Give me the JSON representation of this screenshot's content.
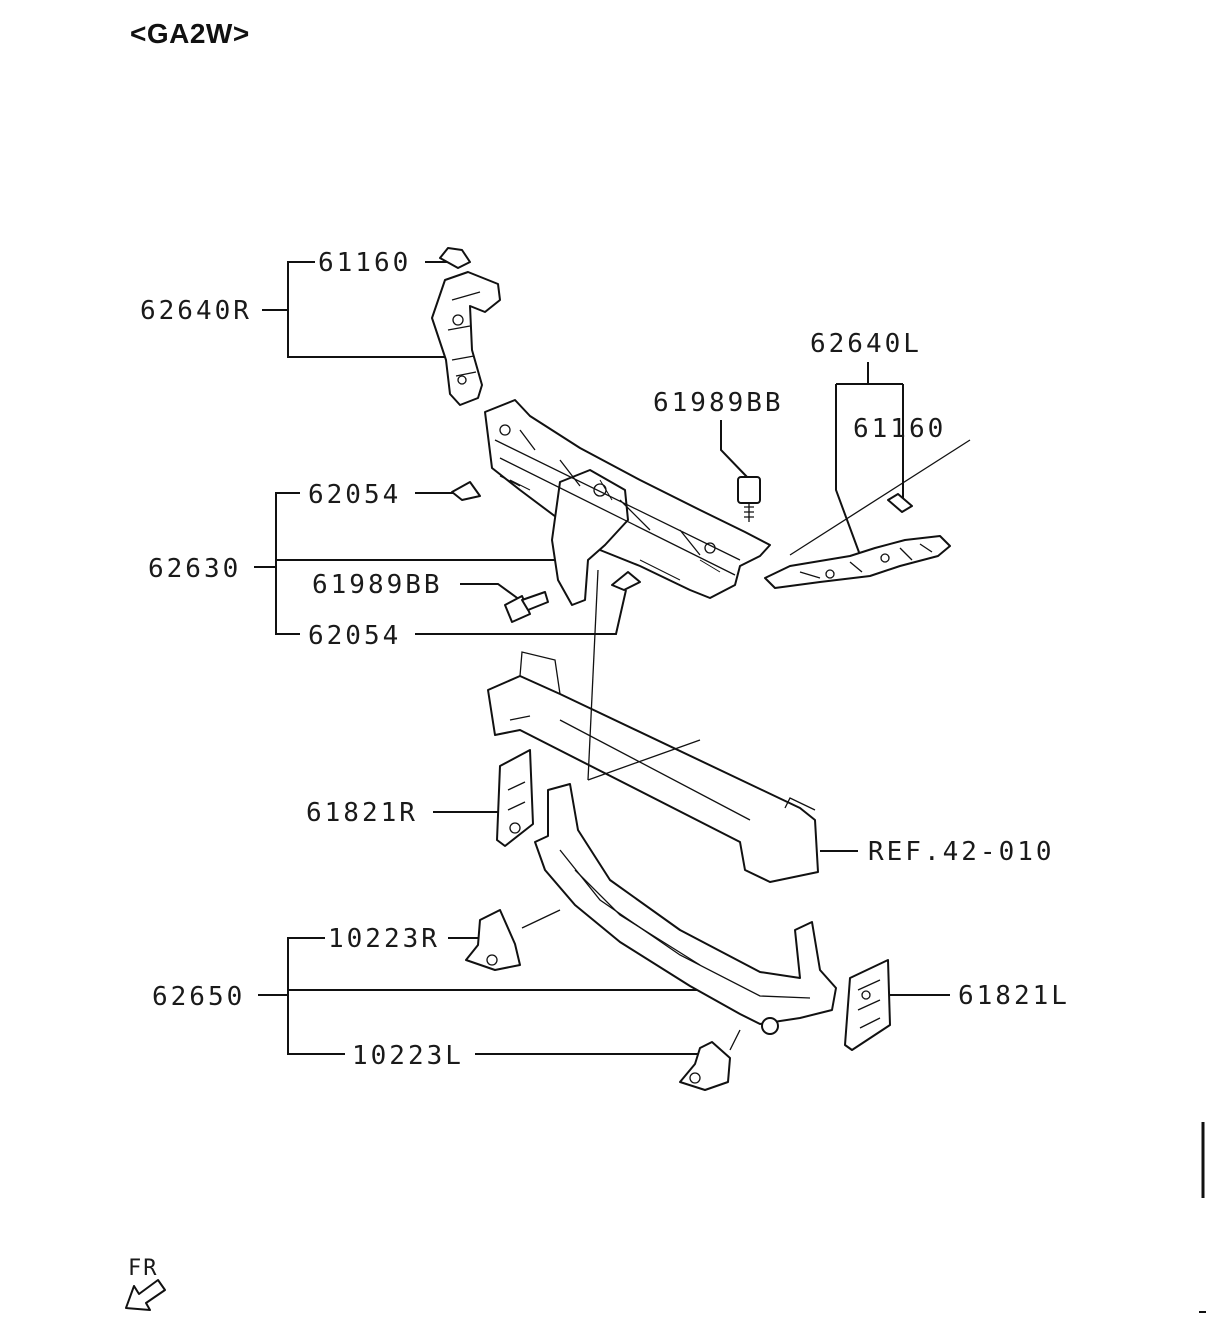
{
  "model_code": "<GA2W>",
  "direction_label": "FR",
  "labels": {
    "p61160_r": "61160",
    "p62640r": "62640R",
    "p62640l": "62640L",
    "p61989bb_top": "61989BB",
    "p61160_l": "61160",
    "p62054_top": "62054",
    "p62630": "62630",
    "p61989bb_mid": "61989BB",
    "p62054_bot": "62054",
    "p61821r": "61821R",
    "ref": "REF.42-010",
    "p10223r": "10223R",
    "p62650": "62650",
    "p61821l": "61821L",
    "p10223l": "10223L"
  },
  "icons": {
    "front_arrow": "front-direction-arrow-icon"
  }
}
